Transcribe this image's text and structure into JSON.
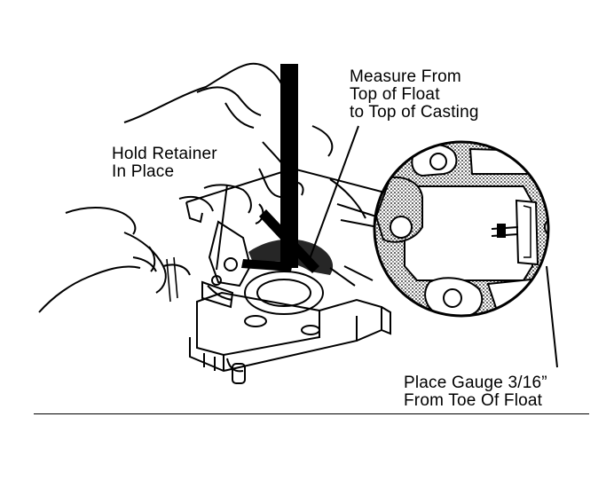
{
  "labels": {
    "measure": [
      "Measure From",
      "Top of Float",
      "to Top of Casting"
    ],
    "hold": [
      "Hold Retainer",
      "In Place"
    ],
    "gauge": [
      "Place Gauge 3/16”",
      "From Toe Of Float"
    ]
  },
  "colors": {
    "ink": "#000000",
    "paper": "#ffffff",
    "stipple": "#9a9a9a"
  }
}
